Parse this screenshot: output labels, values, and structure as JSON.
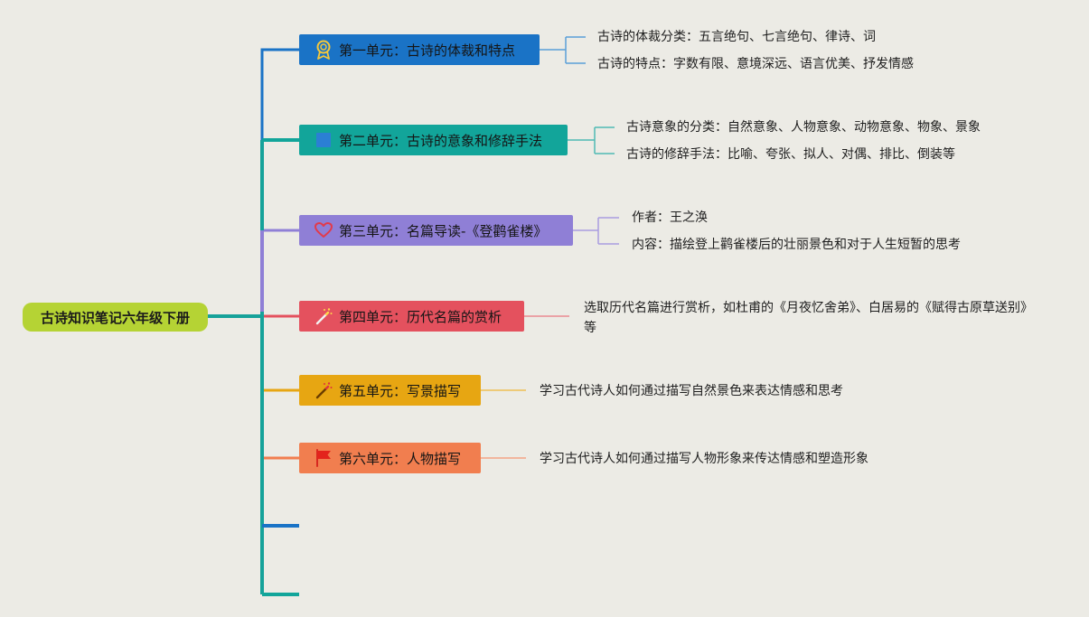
{
  "root": {
    "label": "古诗知识笔记六年级下册"
  },
  "units": [
    {
      "label": "第一单元：古诗的体裁和特点",
      "icon": "award-ribbon-icon",
      "color": "#1a73c6",
      "details": [
        "古诗的体裁分类：五言绝句、七言绝句、律诗、词",
        "古诗的特点：字数有限、意境深远、语言优美、抒发情感"
      ]
    },
    {
      "label": "第二单元：古诗的意象和修辞手法",
      "icon": "square-icon",
      "color": "#12a59a",
      "details": [
        "古诗意象的分类：自然意象、人物意象、动物意象、物象、景象",
        "古诗的修辞手法：比喻、夸张、拟人、对偶、排比、倒装等"
      ]
    },
    {
      "label": "第三单元：名篇导读-《登鹳雀楼》",
      "icon": "heart-icon",
      "color": "#8f7fd6",
      "details": [
        "作者：王之涣",
        "内容：描绘登上鹳雀楼后的壮丽景色和对于人生短暂的思考"
      ]
    },
    {
      "label": "第四单元：历代名篇的赏析",
      "icon": "magic-wand-icon",
      "color": "#e4515e",
      "details": [
        "选取历代名篇进行赏析，如杜甫的《月夜忆舍弟》、白居易的《赋得古原草送别》等"
      ]
    },
    {
      "label": "第五单元：写景描写",
      "icon": "magic-wand-icon",
      "color": "#e7a612",
      "details": [
        "学习古代诗人如何通过描写自然景色来表达情感和思考"
      ]
    },
    {
      "label": "第六单元：人物描写",
      "icon": "flag-icon",
      "color": "#f17e4f",
      "details": [
        "学习古代诗人如何通过描写人物形象来传达情感和塑造形象"
      ]
    }
  ],
  "colors": {
    "background": "#ecebe5",
    "root": "#b5d334",
    "trunk": "#16a29a",
    "empty_branch_1": "#1a73c6",
    "empty_branch_2": "#12a59a"
  }
}
